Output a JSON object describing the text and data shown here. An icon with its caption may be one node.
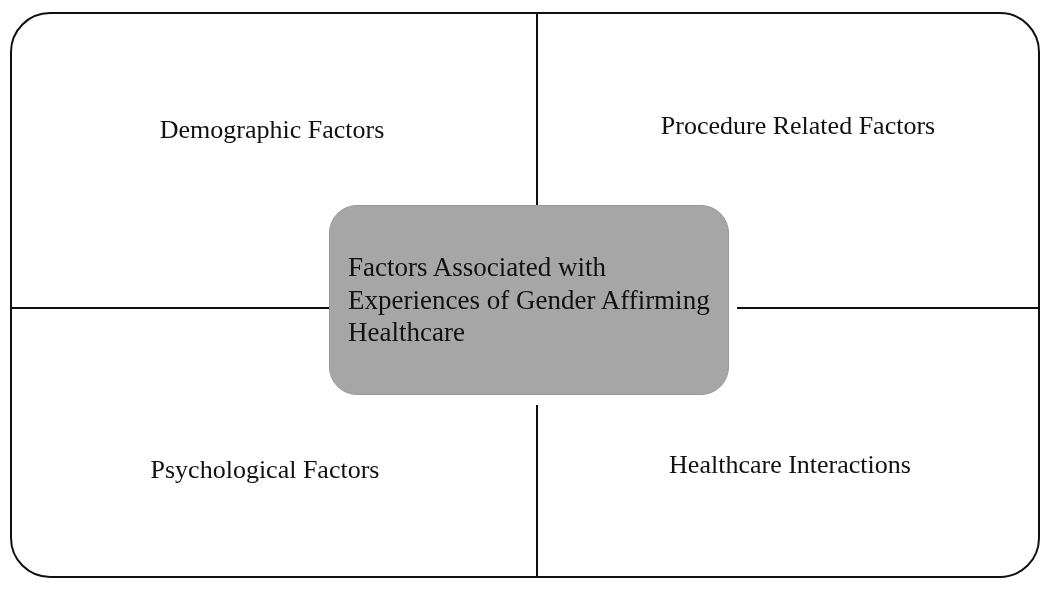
{
  "diagram": {
    "nodes": [
      {
        "text": [],
        "shape": "box"
      },
      {
        "text": [
          "Factors Associated with Experiences of Gender Affirming Healthcare"
        ],
        "in": 0
      }
    ],
    "edges": [],
    "labels": [
      "Demographic Factors",
      "Procedure Related Factors",
      "Psychological Factors",
      "Healthcare Interactions"
    ]
  }
}
